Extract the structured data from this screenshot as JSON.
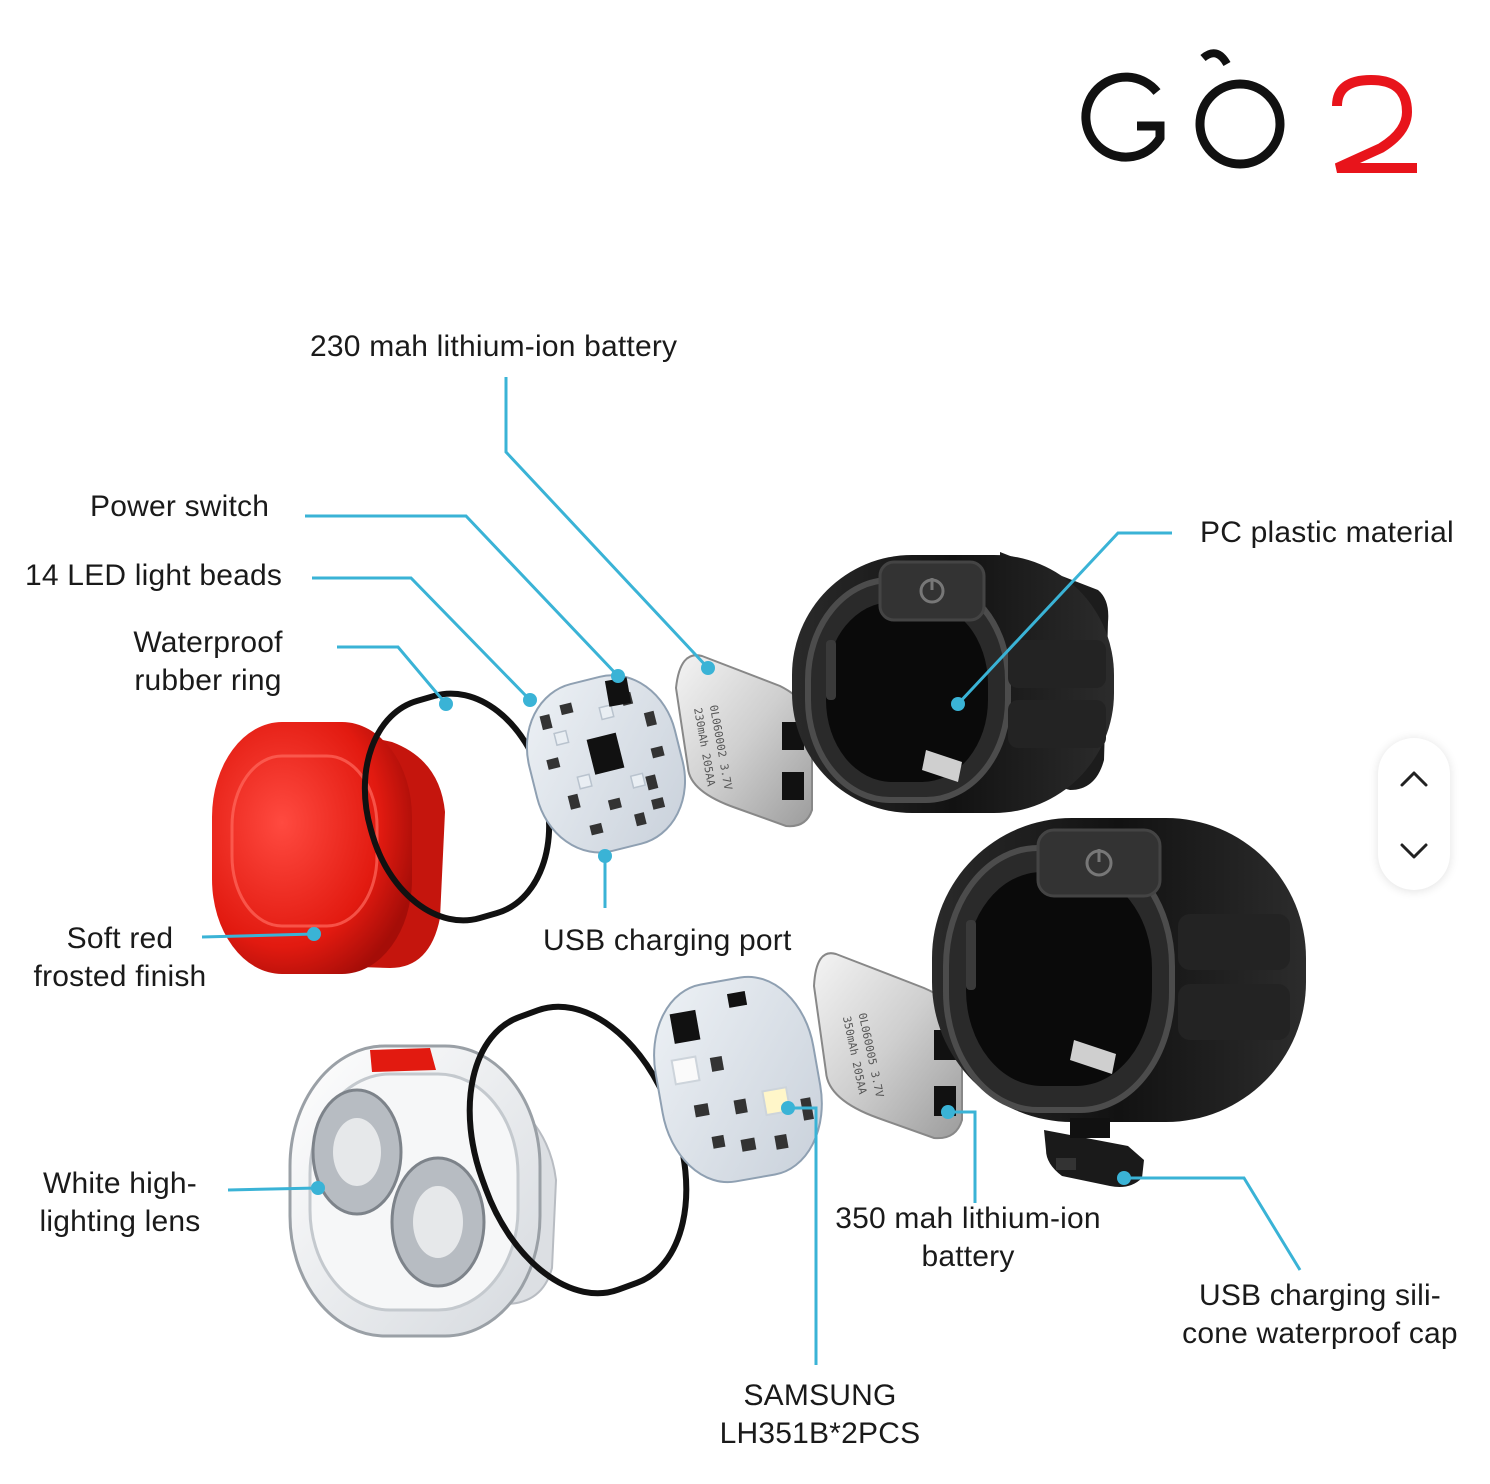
{
  "brand": {
    "logo_text": "GO2",
    "logo_accent_color": "#e8141b",
    "logo_color": "#111111"
  },
  "accent_color": "#3ab3d6",
  "labels": {
    "battery_230": "230 mah lithium-ion battery",
    "power_switch": "Power switch",
    "led_beads": "14 LED light beads",
    "rubber_ring": "Waterproof\nrubber ring",
    "soft_red": "Soft red\nfrosted finish",
    "usb_port": "USB charging port",
    "pc_plastic": "PC plastic material",
    "white_lens": "White high-\nlighting lens",
    "battery_350": "350 mah lithium-ion\nbattery",
    "samsung": "SAMSUNG\nLH351B*2PCS",
    "usb_cap": "USB charging sili-\ncone waterproof cap"
  },
  "scroll": {
    "up_icon": "chevron-up-icon",
    "down_icon": "chevron-down-icon"
  }
}
